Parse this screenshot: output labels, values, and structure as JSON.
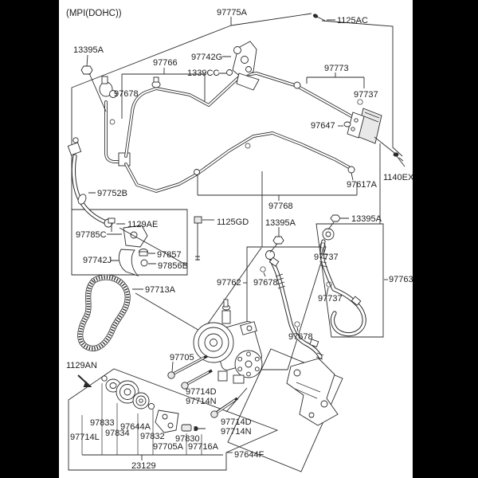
{
  "title": "(MPI(DOHC))",
  "colors": {
    "line": "#2a2a2a",
    "paper": "#ffffff",
    "matte": "#000000"
  },
  "labels": {
    "mpi": "(MPI(DOHC))",
    "p97775A": "97775A",
    "p1125AC": "1125AC",
    "p13395A_top": "13395A",
    "p97766": "97766",
    "p97742G": "97742G",
    "p1339CC": "1339CC",
    "p97773": "97773",
    "p97737_top": "97737",
    "p97678_left": "97678",
    "p97647": "97647",
    "p1140EX": "1140EX",
    "p97617A": "97617A",
    "p97752B": "97752B",
    "p97768": "97768",
    "p1129AE": "1129AE",
    "p97785C": "97785C",
    "p1125GD": "1125GD",
    "p13395A_mid": "13395A",
    "p13395A_right": "13395A",
    "p97857": "97857",
    "p97856B": "97856B",
    "p97742J": "97742J",
    "p97762": "97762",
    "p97678_mid": "97678",
    "p97737_mid": "97737",
    "p97763": "97763",
    "p97713A": "97713A",
    "p97737_low": "97737",
    "p97678_low": "97678",
    "p97705": "97705",
    "p1129AN": "1129AN",
    "p97714D_a": "97714D",
    "p97714N_a": "97714N",
    "p97714D_b": "97714D",
    "p97714N_b": "97714N",
    "p97833": "97833",
    "p97834": "97834",
    "p97644A": "97644A",
    "p97714L": "97714L",
    "p97832": "97832",
    "p97830": "97830",
    "p97705A": "97705A",
    "p97716A": "97716A",
    "p97644F": "97644F",
    "p23129": "23129"
  }
}
